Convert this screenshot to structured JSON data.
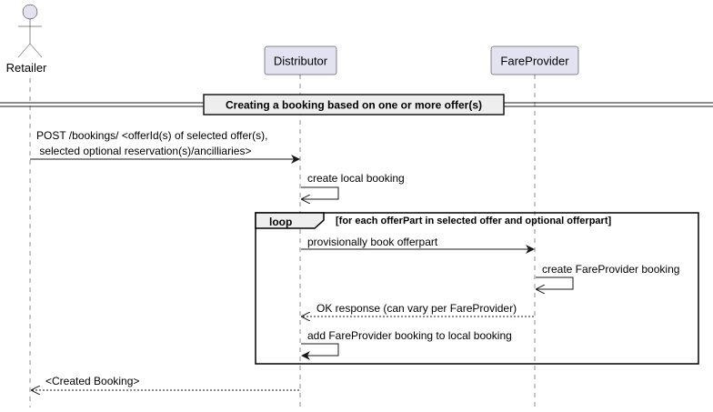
{
  "participants": {
    "retailer": "Retailer",
    "distributor": "Distributor",
    "fare_provider": "FareProvider"
  },
  "divider": "Creating a booking based on one or more offer(s)",
  "messages": {
    "post_bookings_line1": "POST /bookings/ <offerId(s) of selected offer(s),",
    "post_bookings_line2": " selected optional reservation(s)/ancilliaries>",
    "create_local_booking": "create local booking",
    "provisionally_book": "provisionally book offerpart",
    "create_fp_booking": "create FareProvider booking",
    "ok_response": "OK response (can vary per FareProvider)",
    "add_fp_booking": "add FareProvider booking to local booking",
    "created_booking": "<Created Booking>"
  },
  "loop": {
    "keyword": "loop",
    "condition": "[for each offerPart in selected offer and optional offerpart]"
  },
  "colors": {
    "participant_fill": "#E2E2F0",
    "participant_stroke": "#181818",
    "lifeline": "#181818",
    "arrow": "#181818"
  }
}
